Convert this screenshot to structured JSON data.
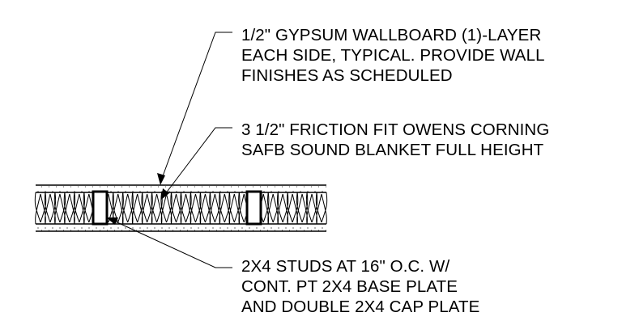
{
  "colors": {
    "ink": "#000000",
    "background": "#ffffff"
  },
  "notes": {
    "gypsum": {
      "lines": [
        "1/2\" GYPSUM WALLBOARD (1)-LAYER",
        "EACH SIDE, TYPICAL. PROVIDE WALL",
        "FINISHES AS SCHEDULED"
      ]
    },
    "insulation": {
      "lines": [
        "3 1/2\" FRICTION FIT OWENS CORNING",
        "SAFB SOUND BLANKET FULL HEIGHT"
      ]
    },
    "studs": {
      "lines": [
        "2X4 STUDS AT 16\" O.C. W/",
        "CONT. PT 2X4 BASE PLATE",
        "AND DOUBLE 2X4 CAP PLATE"
      ]
    }
  },
  "wall_section": {
    "insulation_lobes": 30,
    "stud_count": 2
  }
}
